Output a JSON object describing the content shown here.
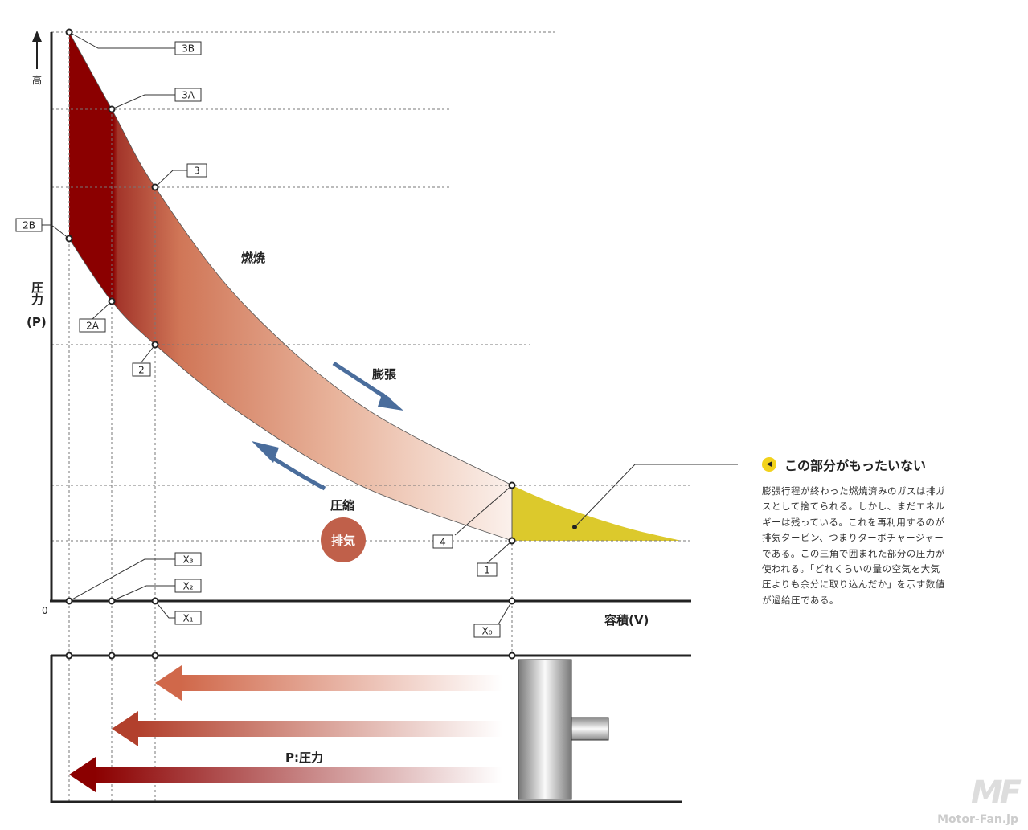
{
  "axes": {
    "y_label": "圧力",
    "y_unit": "(P)",
    "y_high": "高",
    "origin": "0",
    "x_label": "容積(V)"
  },
  "points": {
    "p3B": "3B",
    "p3A": "3A",
    "p3": "3",
    "p2B": "2B",
    "p2A": "2A",
    "p2": "2",
    "p4": "4",
    "p1": "1"
  },
  "x_marks": {
    "x3": "X₃",
    "x2": "X₂",
    "x1": "X₁",
    "x0": "X₀"
  },
  "labels": {
    "combustion": "燃焼",
    "expansion": "膨張",
    "compression": "圧縮",
    "exhaust": "排気",
    "pressure": "P:圧力"
  },
  "note": {
    "title": "この部分がもったいない",
    "body": "膨張行程が終わった燃焼済みのガスは排ガスとして捨てられる。しかし、まだエネルギーは残っている。これを再利用するのが排気タービン、つまりターボチャージャーである。この三角で囲まれた部分の圧力が使われる。「どれくらいの量の空気を大気圧よりも余分に取り込んだか」を示す数値が過給圧である。"
  },
  "logo": {
    "mark": "MF",
    "text": "Motor-Fan.jp"
  },
  "colors": {
    "dark_red": "#8b0000",
    "light_red": "#d9805f",
    "yellow": "#dcc92c",
    "blue": "#4a6d9c",
    "exhaust": "#c0604a"
  }
}
